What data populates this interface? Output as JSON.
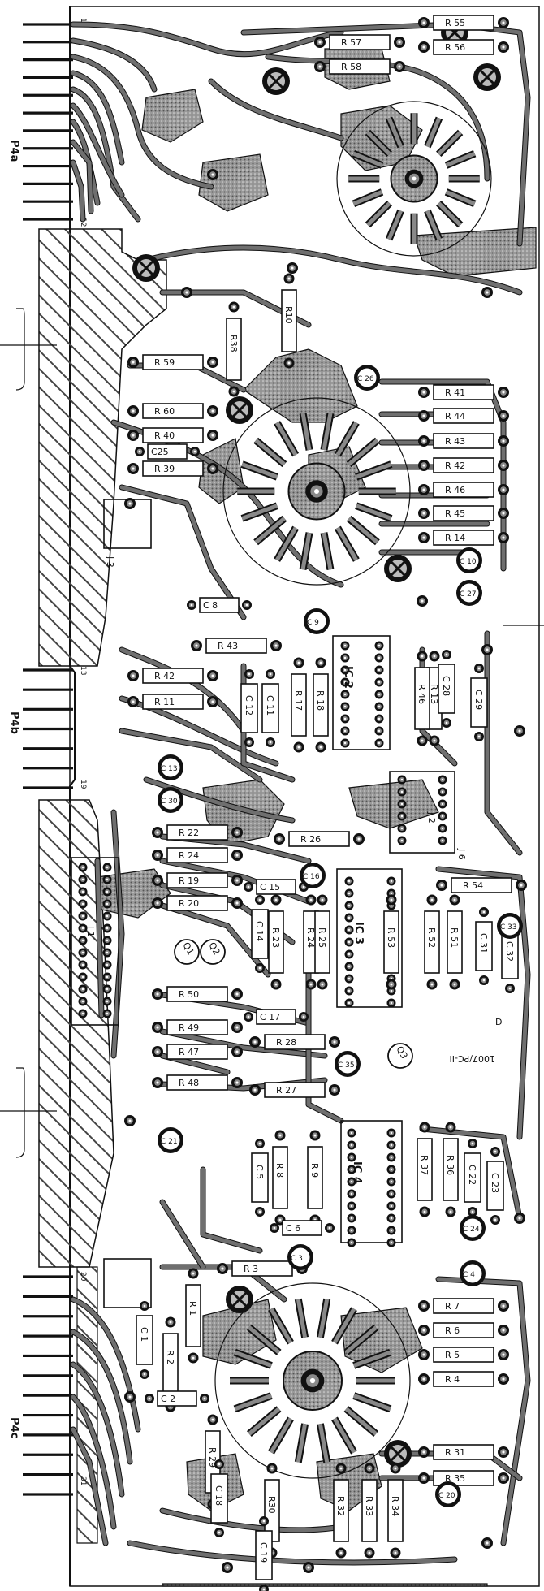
{
  "connector_labels": [
    "P4a",
    "P4b",
    "P4c"
  ],
  "pin_numbers": [
    "1",
    "12",
    "13",
    "19",
    "20",
    "31"
  ],
  "board_marking": "1007/PC-II",
  "resistors": [
    {
      "label": "R 55"
    },
    {
      "label": "R 56"
    },
    {
      "label": "R 57"
    },
    {
      "label": "R 58"
    },
    {
      "label": "R 59"
    },
    {
      "label": "R 60"
    },
    {
      "label": "R 40"
    },
    {
      "label": "R 39"
    },
    {
      "label": "R 41"
    },
    {
      "label": "R 44"
    },
    {
      "label": "R 43"
    },
    {
      "label": "R 42"
    },
    {
      "label": "R 46"
    },
    {
      "label": "R 45"
    },
    {
      "label": "R 14"
    },
    {
      "label": "R 43"
    },
    {
      "label": "R 42"
    },
    {
      "label": "R 11"
    },
    {
      "label": "R 22"
    },
    {
      "label": "R 24"
    },
    {
      "label": "R 19"
    },
    {
      "label": "R 20"
    },
    {
      "label": "R 26"
    },
    {
      "label": "R 54"
    },
    {
      "label": "R 50"
    },
    {
      "label": "R 49"
    },
    {
      "label": "R 47"
    },
    {
      "label": "R 48"
    },
    {
      "label": "R 28"
    },
    {
      "label": "R 27"
    },
    {
      "label": "R 3"
    },
    {
      "label": "R 7"
    },
    {
      "label": "R 6"
    },
    {
      "label": "R 5"
    },
    {
      "label": "R 4"
    },
    {
      "label": "R 31"
    },
    {
      "label": "R 35"
    }
  ],
  "vertical_resistors": [
    {
      "label": "R10"
    },
    {
      "label": "R38"
    },
    {
      "label": "R 17"
    },
    {
      "label": "R 18"
    },
    {
      "label": "R 13"
    },
    {
      "label": "R 46"
    },
    {
      "label": "R 23"
    },
    {
      "label": "R 24"
    },
    {
      "label": "R 25"
    },
    {
      "label": "R 53"
    },
    {
      "label": "R 52"
    },
    {
      "label": "R 51"
    },
    {
      "label": "R 8"
    },
    {
      "label": "R 9"
    },
    {
      "label": "R 37"
    },
    {
      "label": "R 36"
    },
    {
      "label": "R 1"
    },
    {
      "label": "R 2"
    },
    {
      "label": "R 29"
    },
    {
      "label": "R30"
    },
    {
      "label": "R 32"
    },
    {
      "label": "R 33"
    },
    {
      "label": "R 34"
    }
  ],
  "capacitors": [
    {
      "label": "C 26"
    },
    {
      "label": "C25"
    },
    {
      "label": "C 8"
    },
    {
      "label": "C 9"
    },
    {
      "label": "C 10"
    },
    {
      "label": "C 27"
    },
    {
      "label": "C 11"
    },
    {
      "label": "C 12"
    },
    {
      "label": "C 28"
    },
    {
      "label": "C 29"
    },
    {
      "label": "C 13"
    },
    {
      "label": "C 30"
    },
    {
      "label": "C 14"
    },
    {
      "label": "C 15"
    },
    {
      "label": "C 16"
    },
    {
      "label": "C 31"
    },
    {
      "label": "C 32"
    },
    {
      "label": "C 33"
    },
    {
      "label": "C 17"
    },
    {
      "label": "C 35"
    },
    {
      "label": "C 5"
    },
    {
      "label": "C 6"
    },
    {
      "label": "C 3"
    },
    {
      "label": "C 22"
    },
    {
      "label": "C 23"
    },
    {
      "label": "C 24"
    },
    {
      "label": "C 4"
    },
    {
      "label": "C 1"
    },
    {
      "label": "C 2"
    },
    {
      "label": "C 18"
    },
    {
      "label": "C 19"
    },
    {
      "label": "C 20"
    },
    {
      "label": "C 21"
    }
  ],
  "ics": [
    {
      "label": "IC 2"
    },
    {
      "label": "IC 3"
    },
    {
      "label": "IC 4"
    }
  ],
  "transistors": [
    {
      "label": "Q1"
    },
    {
      "label": "Q2"
    },
    {
      "label": "Q3"
    }
  ],
  "jumpers": [
    {
      "label": "J 1"
    },
    {
      "label": "J 2"
    },
    {
      "label": "J 3"
    },
    {
      "label": "J 6"
    }
  ],
  "colors": {
    "trace": "#6f6f6f",
    "ink": "#111111",
    "background": "#ffffff",
    "hatch": "#444444"
  }
}
